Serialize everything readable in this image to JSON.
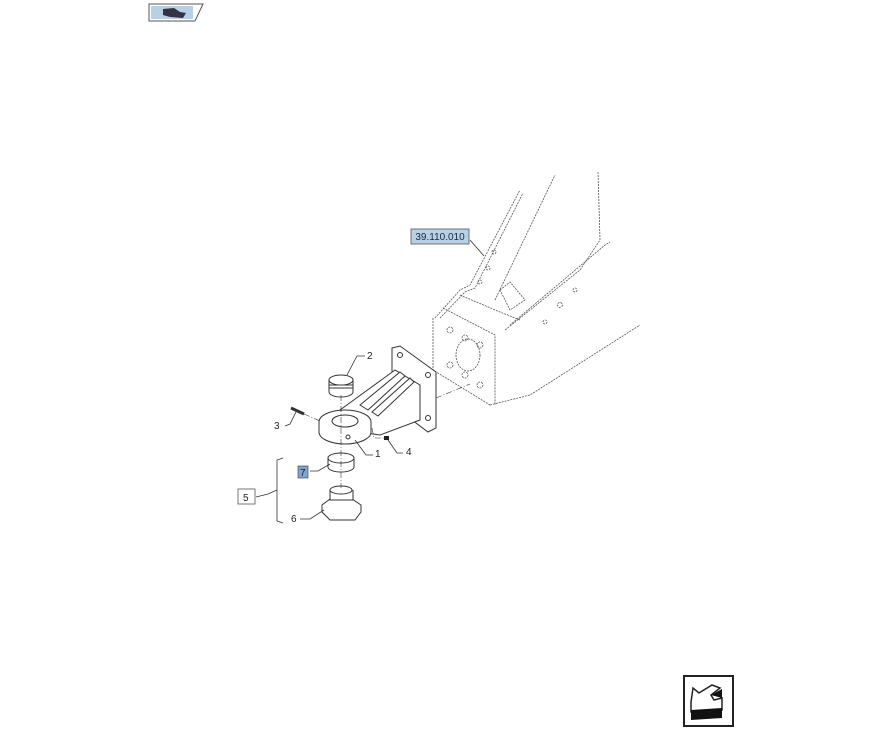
{
  "diagram": {
    "reference_label": "39.110.010",
    "callouts": {
      "c1": "1",
      "c2": "2",
      "c3": "3",
      "c4": "4",
      "c5": "5",
      "c6": "6",
      "c7": "7"
    },
    "colors": {
      "highlight": "#b8d0e6",
      "line": "#333333"
    }
  },
  "icons": {
    "top_nav": "book-hand-icon",
    "bottom_nav": "arrow-left-down-icon"
  }
}
